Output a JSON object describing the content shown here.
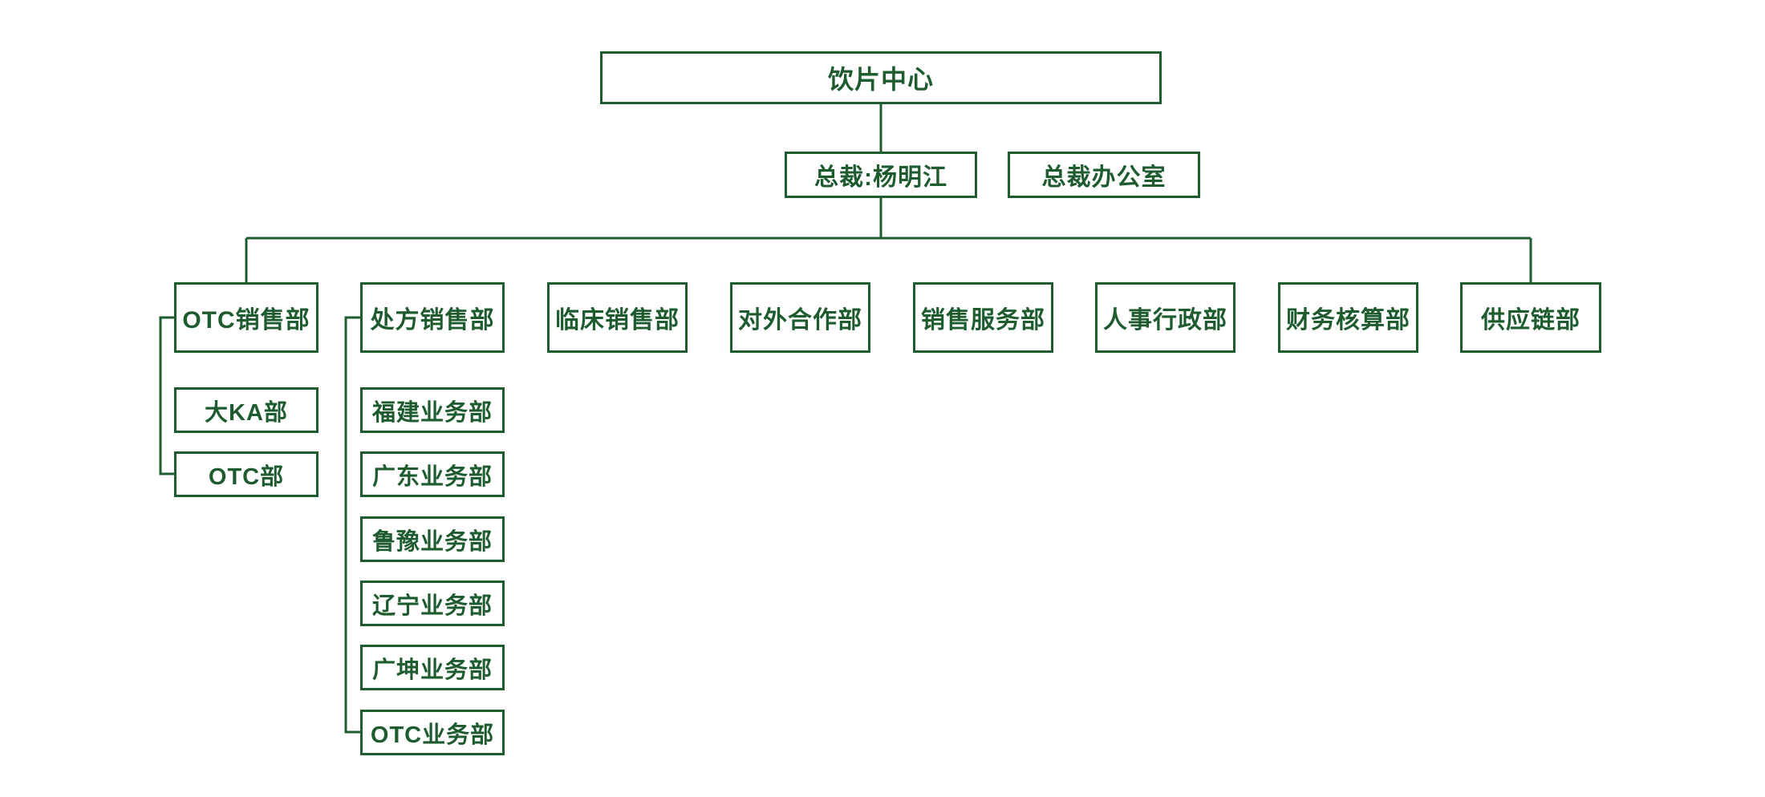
{
  "diagram": {
    "type": "org-chart",
    "accent_color": "#1e5c30",
    "background_color": "#ffffff",
    "root": "饮片中心",
    "executive": "总裁:杨明江",
    "executive_office": "总裁办公室",
    "departments": [
      "OTC销售部",
      "处方销售部",
      "临床销售部",
      "对外合作部",
      "销售服务部",
      "人事行政部",
      "财务核算部",
      "供应链部"
    ],
    "otc_sales_children": [
      "大KA部",
      "OTC部"
    ],
    "prescription_sales_children": [
      "福建业务部",
      "广东业务部",
      "鲁豫业务部",
      "辽宁业务部",
      "广坤业务部",
      "OTC业务部"
    ]
  }
}
